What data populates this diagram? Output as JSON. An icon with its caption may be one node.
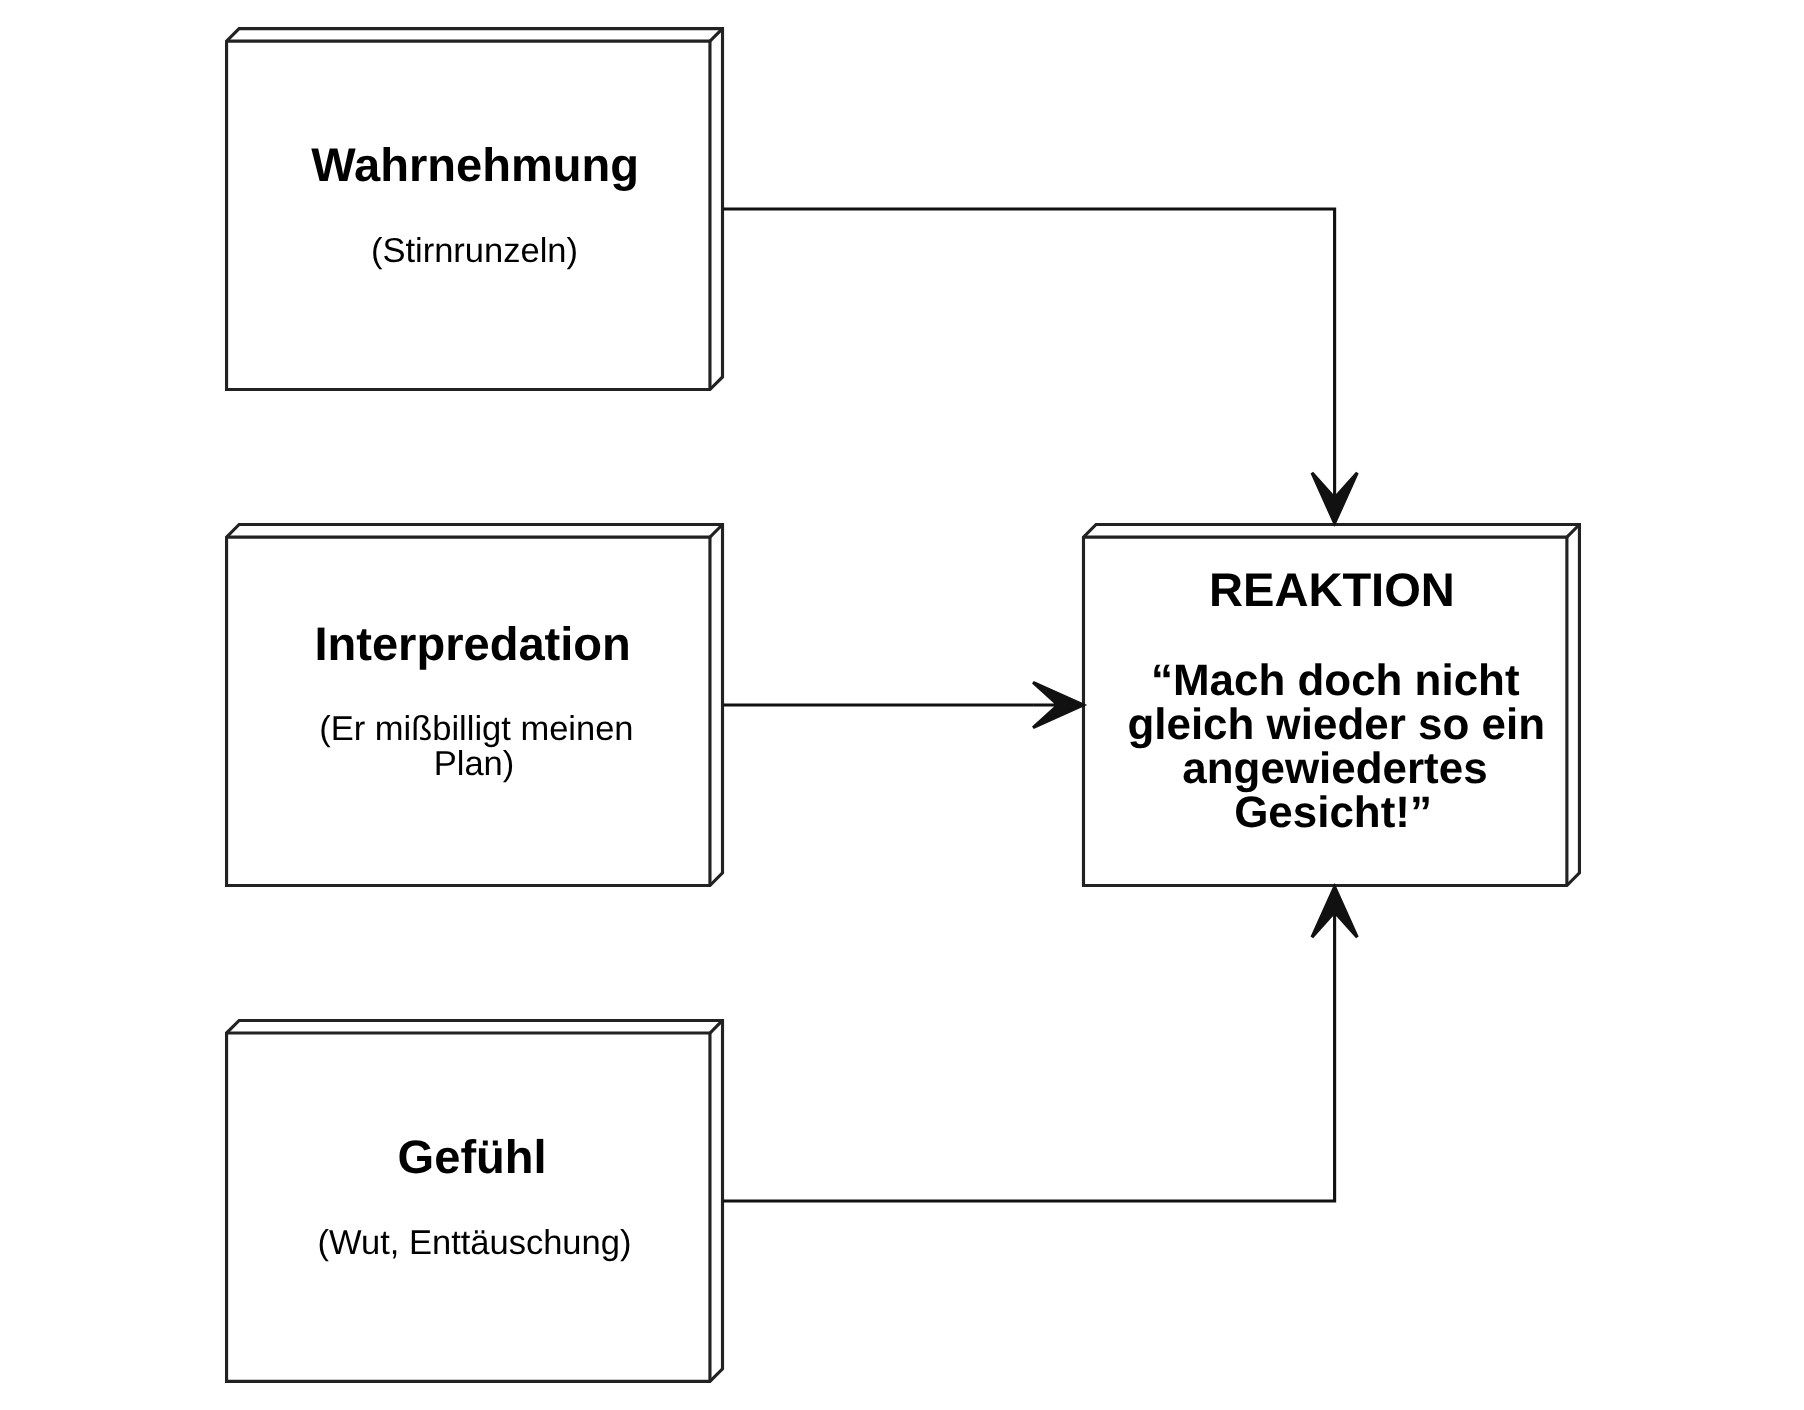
{
  "diagram": {
    "nodes": [
      {
        "text": [
          "Wahrnehmung",
          "(Stirnrunzeln)"
        ]
      },
      {
        "text": [
          "Interpredation",
          "(Er mißbilligt meinen Plan)"
        ]
      },
      {
        "text": [
          "Gefühl",
          "(Wut, Enttäuschung)"
        ]
      },
      {
        "text": [
          "REAKTION",
          "“Mach doch nicht gleich wieder so ein angewiedertes Gesicht!”"
        ]
      }
    ],
    "edges": [
      {
        "from": 0,
        "to": 3,
        "arrow": "to"
      },
      {
        "from": 1,
        "to": 3,
        "arrow": "to"
      },
      {
        "from": 2,
        "to": 3,
        "arrow": "to"
      }
    ]
  }
}
